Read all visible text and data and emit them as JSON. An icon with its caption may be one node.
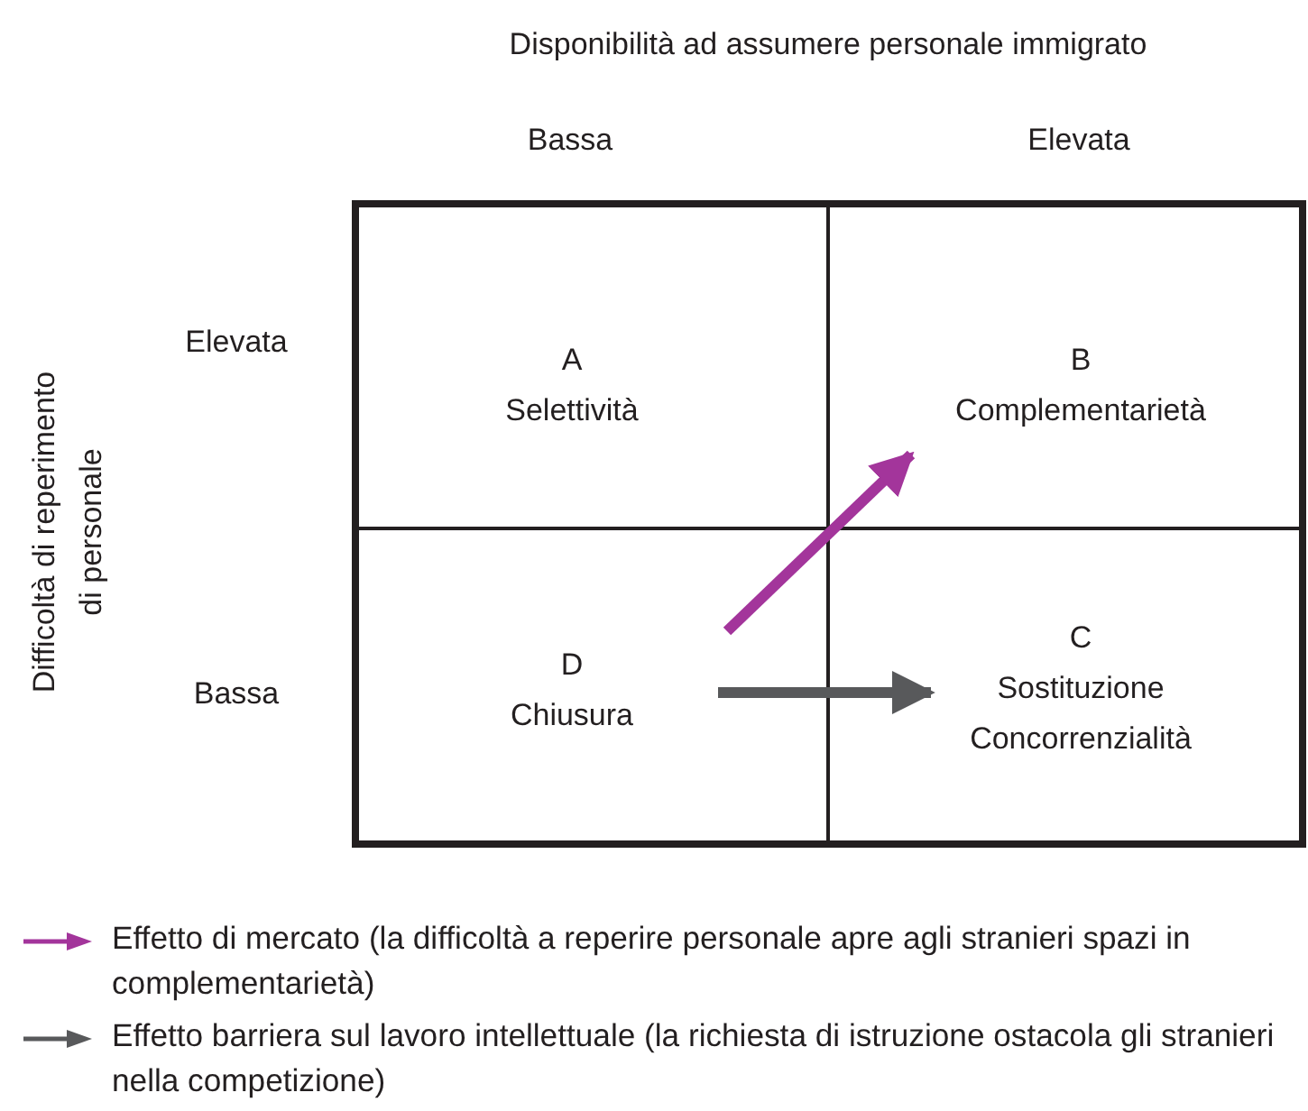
{
  "diagram": {
    "nodes": [
      {
        "text": [
          "A",
          "Selettività"
        ]
      },
      {
        "text": [
          "B",
          "Complementarietà"
        ]
      },
      {
        "text": [
          "D",
          "Chiusura"
        ]
      },
      {
        "text": [
          "C",
          "Sostituzione",
          "Concorrenzialità"
        ]
      }
    ],
    "edges": [
      {
        "from": 2,
        "to": 1,
        "arrow": "to",
        "color": "#a3359b"
      },
      {
        "from": 2,
        "to": 3,
        "arrow": "to",
        "color": "#58595b"
      }
    ],
    "labels": [
      "Disponibilità ad assumere personale immigrato",
      "Bassa",
      "Elevata",
      "Difficoltà di reperimento di personale",
      "Elevata",
      "Bassa"
    ],
    "legend": [
      {
        "text": "Effetto di mercato (la difficoltà a reperire personale apre agli stranieri spazi in complementarietà)"
      },
      {
        "text": "Effetto barriera sul lavoro intellettuale (la richiesta di istruzione ostacola gli stranieri nella competizione)"
      }
    ]
  }
}
